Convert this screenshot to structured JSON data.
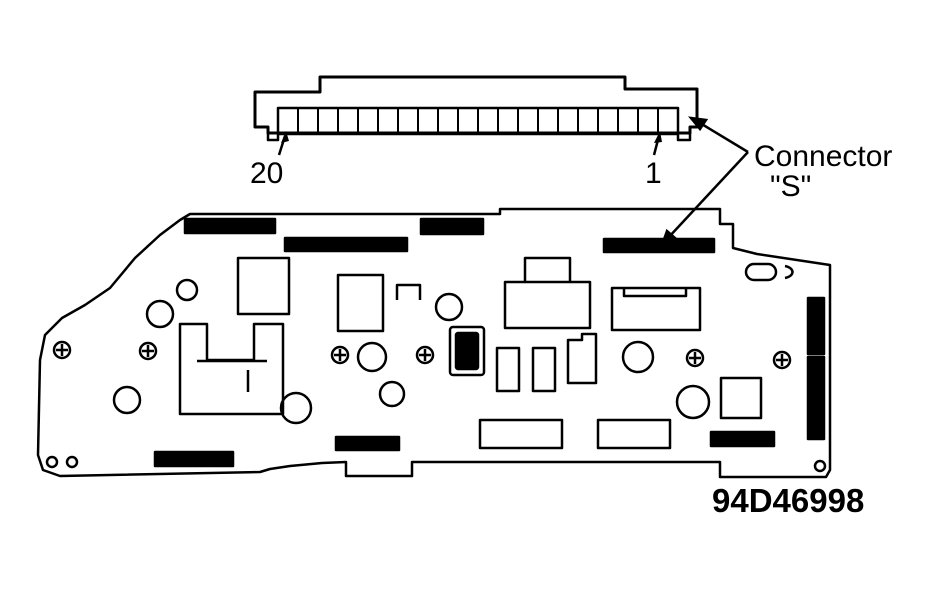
{
  "connector_label_line1": "Connector",
  "connector_label_line2": "\"S\"",
  "pin_left": "20",
  "pin_right": "1",
  "figure_id": "94D46998",
  "connector_pin_count": 20
}
